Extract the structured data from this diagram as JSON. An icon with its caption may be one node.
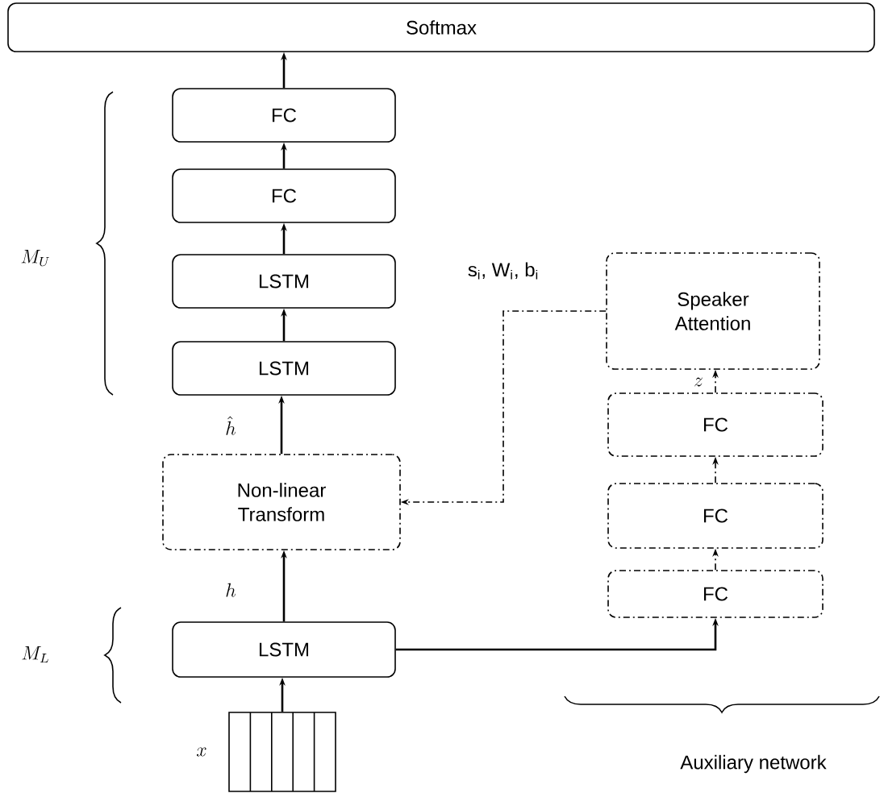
{
  "diagram": {
    "nodes": [
      {
        "text": [
          "Softmax"
        ]
      },
      {
        "text": [
          "FC"
        ]
      },
      {
        "text": [
          "FC"
        ]
      },
      {
        "text": [
          "LSTM"
        ]
      },
      {
        "text": [
          "LSTM"
        ]
      },
      {
        "text": [
          "Non-linear Transform"
        ]
      },
      {
        "text": [
          "LSTM"
        ]
      },
      {
        "text": [],
        "shape": "box",
        "beside": [
          "x"
        ]
      },
      {
        "text": [
          "Speaker Attention"
        ]
      },
      {
        "text": [
          "FC"
        ]
      },
      {
        "text": [
          "FC"
        ]
      },
      {
        "text": [
          "FC"
        ]
      }
    ],
    "edges": [
      {
        "from": 1,
        "to": 0,
        "arrow": "to"
      },
      {
        "from": 2,
        "to": 1,
        "arrow": "to"
      },
      {
        "from": 3,
        "to": 2,
        "arrow": "to"
      },
      {
        "from": 4,
        "to": 3,
        "arrow": "to"
      },
      {
        "from": 5,
        "to": 4,
        "arrow": "to",
        "label": "\\hat{h}"
      },
      {
        "from": 6,
        "to": 5,
        "arrow": "to",
        "label": "h"
      },
      {
        "from": 7,
        "to": 6,
        "arrow": "to"
      },
      {
        "from": 6,
        "to": 11,
        "arrow": "to"
      },
      {
        "from": 11,
        "to": 10,
        "arrow": "to",
        "style": "dashed"
      },
      {
        "from": 10,
        "to": 9,
        "arrow": "to",
        "style": "dashed"
      },
      {
        "from": 9,
        "to": 8,
        "arrow": "to",
        "style": "dashed",
        "label": "z"
      },
      {
        "from": 8,
        "to": 5,
        "arrow": "to",
        "style": "dashed",
        "label": "s$_{i}$, W$_{i}$, b$_{i}$"
      }
    ],
    "labels": [
      "M_U",
      "M_L",
      "Auxiliary network"
    ]
  }
}
